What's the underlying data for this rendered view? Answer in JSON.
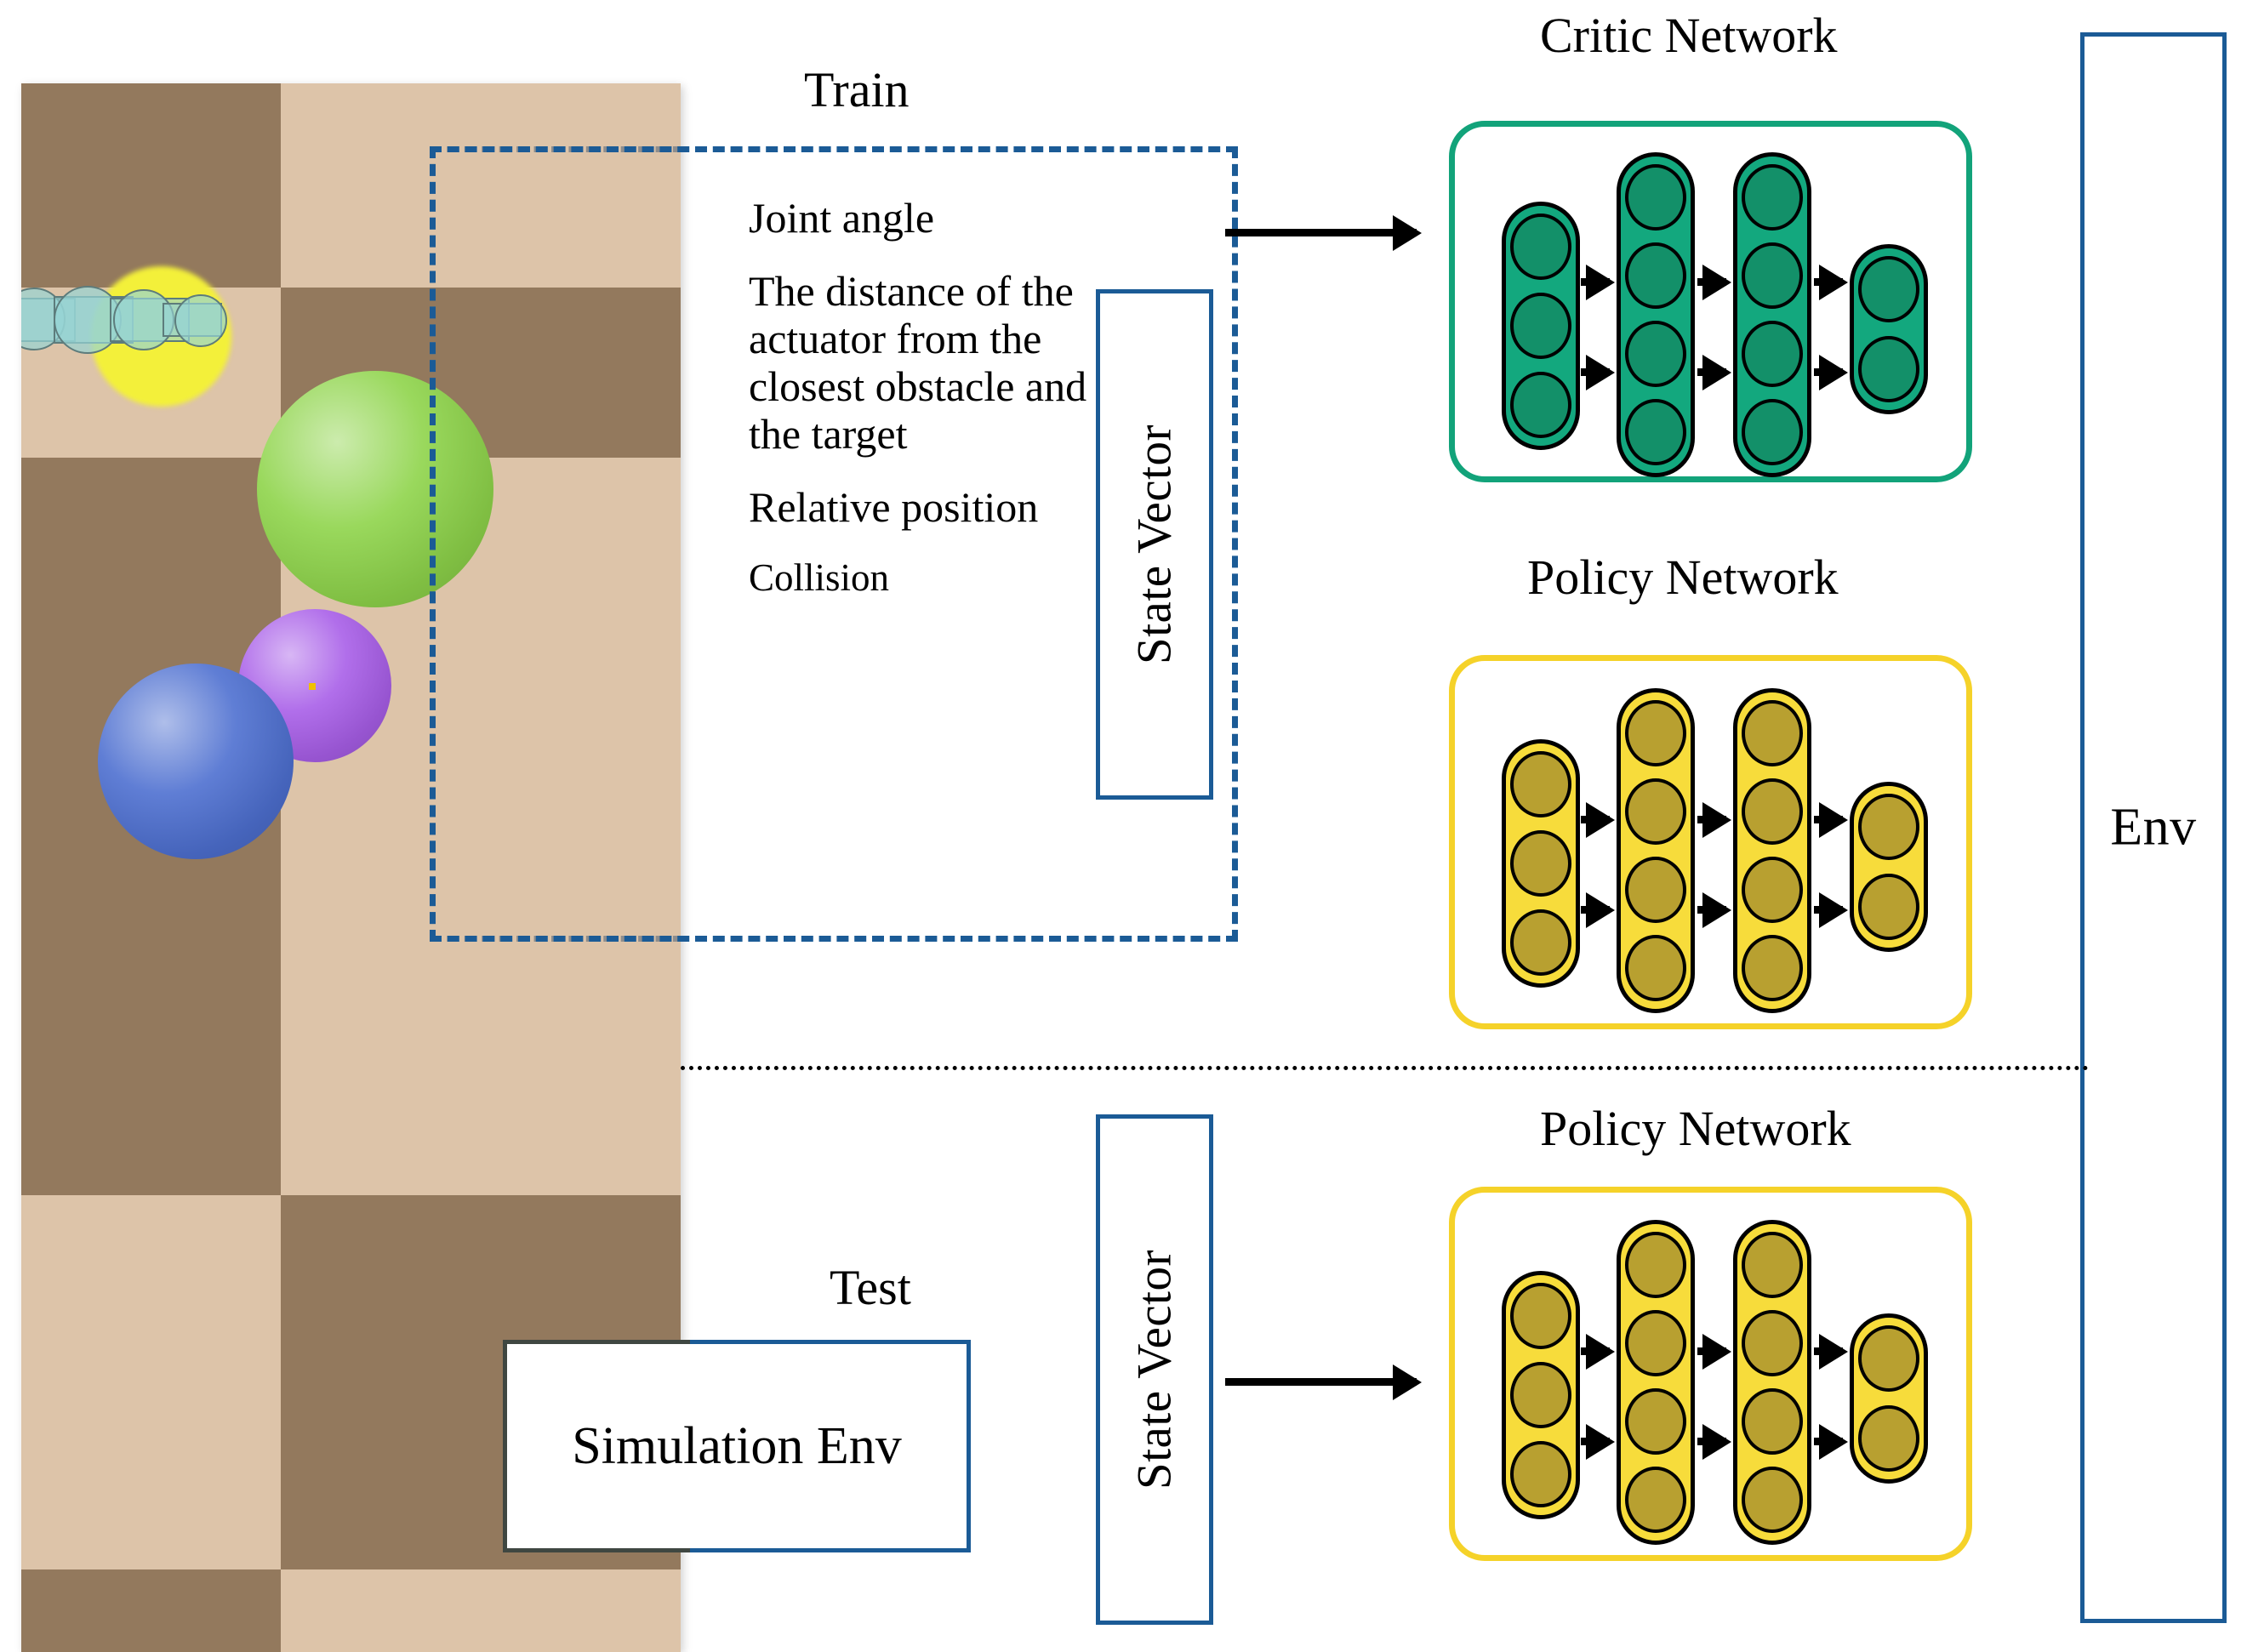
{
  "titles": {
    "train": "Train",
    "test": "Test",
    "critic_network": "Critic Network",
    "policy_network_train": "Policy Network",
    "policy_network_test": "Policy Network"
  },
  "labels": {
    "state_vector_train": "State Vector",
    "state_vector_test": "State Vector",
    "env": "Env",
    "simulation_env": "Simulation Env"
  },
  "state_features": [
    "Joint angle",
    "The distance of the actuator from the closest obstacle and the target",
    "Relative position",
    "Collision"
  ],
  "colors": {
    "blue_box": "#1b5b96",
    "critic_border": "#12a37a",
    "critic_fill": "#13a87e",
    "critic_node": "#139069",
    "policy_border": "#f5d229",
    "policy_fill": "#f7dc3b",
    "policy_node": "#b8a030",
    "floor_dark": "#93795d",
    "floor_light": "#ddc4a9",
    "sphere_green": "#8ed44a",
    "sphere_purple": "#a85ee8",
    "sphere_blue": "#4d6fd0",
    "target_glow": "#f3f03a",
    "arm": "#96d4d4",
    "dashed_gray": "#8d8d8d",
    "sim_env_overlay": "#3f4741"
  },
  "chart_data": {
    "type": "diagram",
    "networks": [
      {
        "name": "Critic Network",
        "scheme": "critic",
        "layers": [
          3,
          4,
          4,
          2
        ]
      },
      {
        "name": "Policy Network",
        "scheme": "policy",
        "layers": [
          3,
          4,
          4,
          2
        ]
      },
      {
        "name": "Policy Network",
        "scheme": "policy",
        "layers": [
          3,
          4,
          4,
          2
        ]
      }
    ],
    "flow": [
      "Simulation Env -> State Vector (train)",
      "State Vector (train) -> Critic Network",
      "State Vector (train) -> Policy Network",
      "Policy Network -> Env",
      "State Vector (test) -> Policy Network (test)"
    ]
  }
}
